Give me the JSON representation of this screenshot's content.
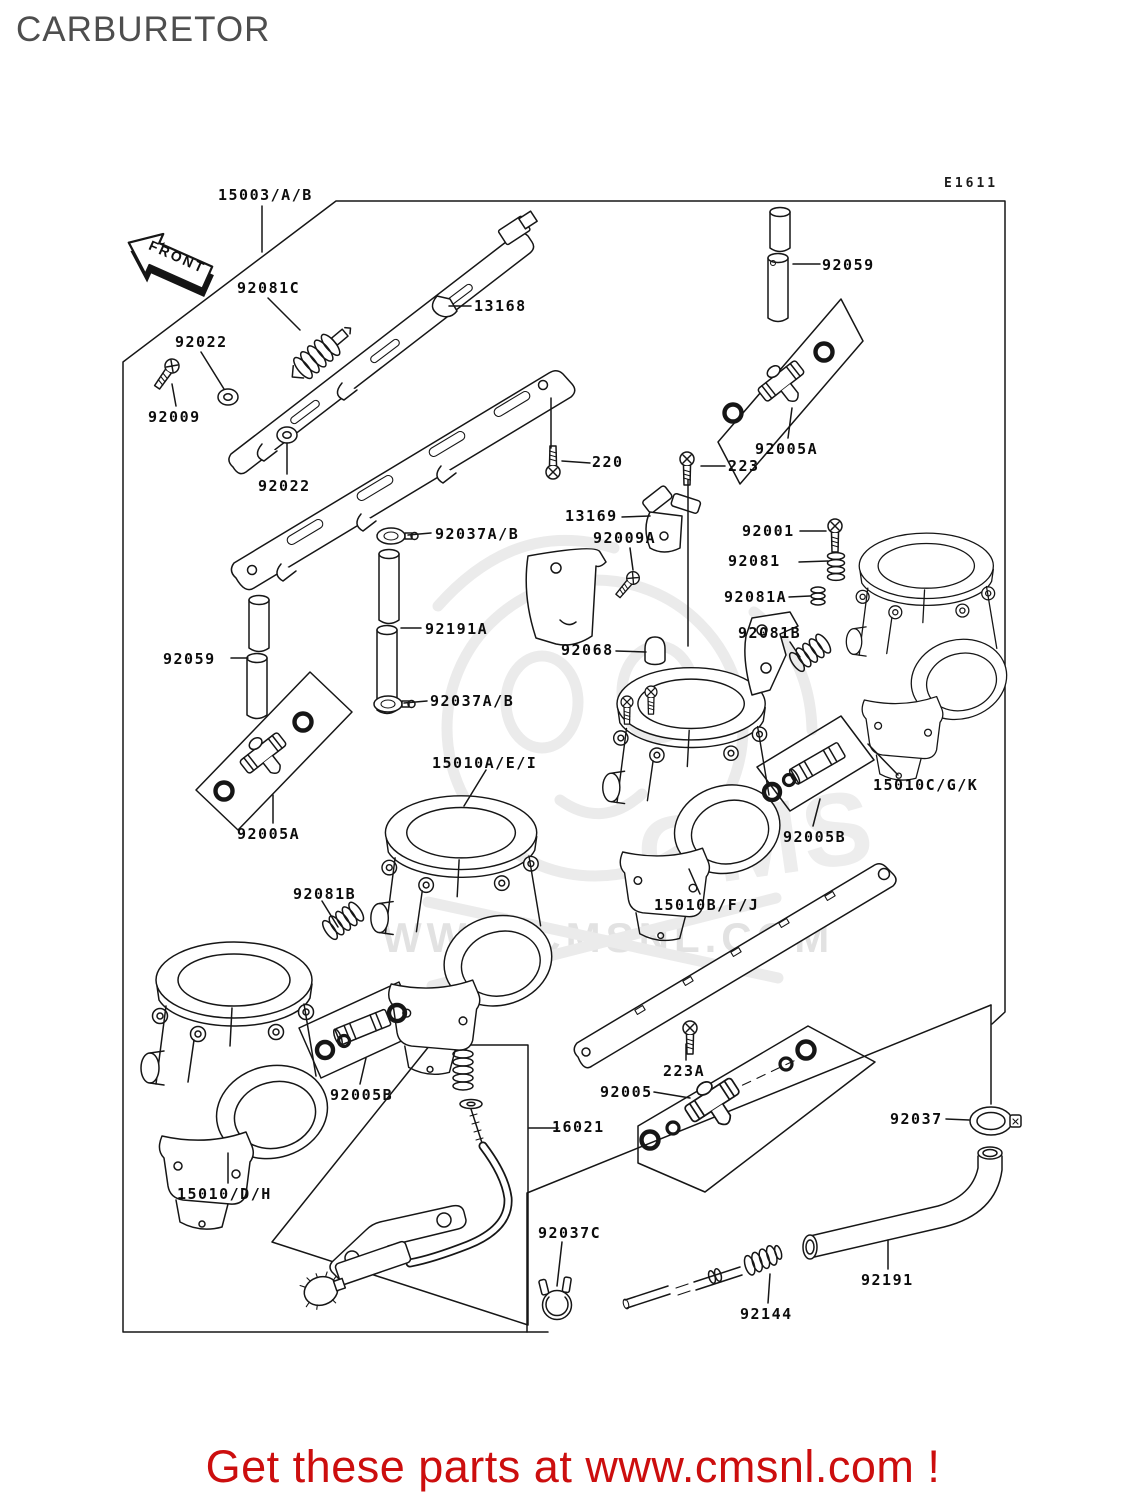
{
  "page": {
    "title": "CARBURETOR",
    "diagram_code": "E1611",
    "front_label": "FRONT"
  },
  "watermark": {
    "logo_text": "CMS",
    "url_text": "WWW.CMSNL.COM"
  },
  "footer": {
    "text": "Get these parts at www.cmsnl.com !",
    "color": "#cc0e0e"
  },
  "colors": {
    "line_art": "#161616",
    "label_text": "#0d0d0d",
    "title_gray": "#4e4e4e",
    "watermark_gray": "#e2e2e2"
  },
  "parts": [
    {
      "text": "15003/A/B"
    },
    {
      "text": "92081C"
    },
    {
      "text": "13168"
    },
    {
      "text": "92022"
    },
    {
      "text": "92009"
    },
    {
      "text": "92022"
    },
    {
      "text": "220"
    },
    {
      "text": "223"
    },
    {
      "text": "92059"
    },
    {
      "text": "92005A"
    },
    {
      "text": "13169"
    },
    {
      "text": "92009A"
    },
    {
      "text": "92001"
    },
    {
      "text": "92081"
    },
    {
      "text": "92081A"
    },
    {
      "text": "92081B"
    },
    {
      "text": "92037A/B"
    },
    {
      "text": "92191A"
    },
    {
      "text": "92068"
    },
    {
      "text": "92059"
    },
    {
      "text": "92037A/B"
    },
    {
      "text": "15010A/E/I"
    },
    {
      "text": "92005A"
    },
    {
      "text": "92081B"
    },
    {
      "text": "15010C/G/K"
    },
    {
      "text": "92005B"
    },
    {
      "text": "15010B/F/J"
    },
    {
      "text": "92005B"
    },
    {
      "text": "15010/D/H"
    },
    {
      "text": "16021"
    },
    {
      "text": "223A"
    },
    {
      "text": "92005"
    },
    {
      "text": "92037"
    },
    {
      "text": "92037C"
    },
    {
      "text": "92144"
    },
    {
      "text": "92191"
    }
  ]
}
